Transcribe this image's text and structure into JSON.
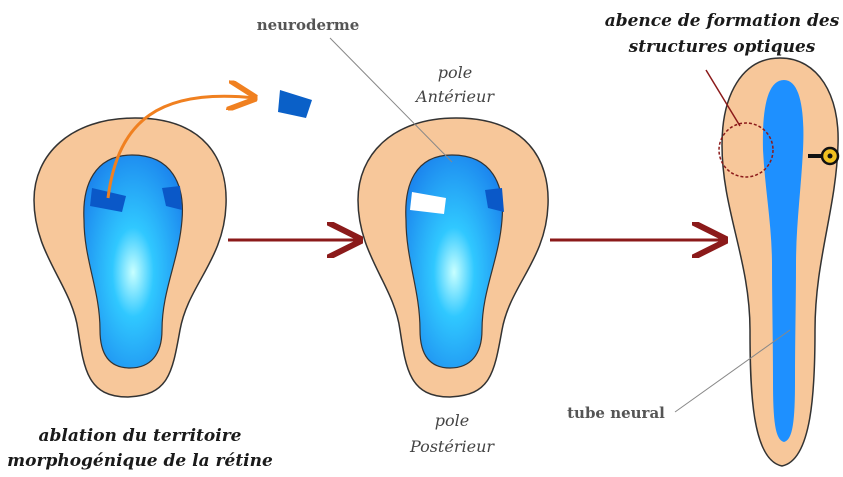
{
  "labels": {
    "neuroderme": "neuroderme",
    "absence_line1": "abence de formation des",
    "absence_line2": "structures optiques",
    "pole_anterior_1": "pole",
    "pole_anterior_2": "Antérieur",
    "pole_posterior_1": "pole",
    "pole_posterior_2": "Postérieur",
    "tube_neural": "tube neural",
    "ablation_line1": "ablation du territoire",
    "ablation_line2": "morphogénique de la rétine"
  },
  "colors": {
    "ectoderm": "#f7c79a",
    "neural_plate": "#1e90ff",
    "neural_plate_center": "#7ff0ff",
    "neural_plate_edge": "#0a58c8",
    "tissue_piece": "#0a60c8",
    "orange_arrow": "#f08020",
    "main_arrow": "#8b1a1a",
    "missing_region": "#8b1a1a",
    "outline": "#333333"
  },
  "icons": [
    "curved-transfer-arrow",
    "process-arrow",
    "electrode-icon"
  ]
}
